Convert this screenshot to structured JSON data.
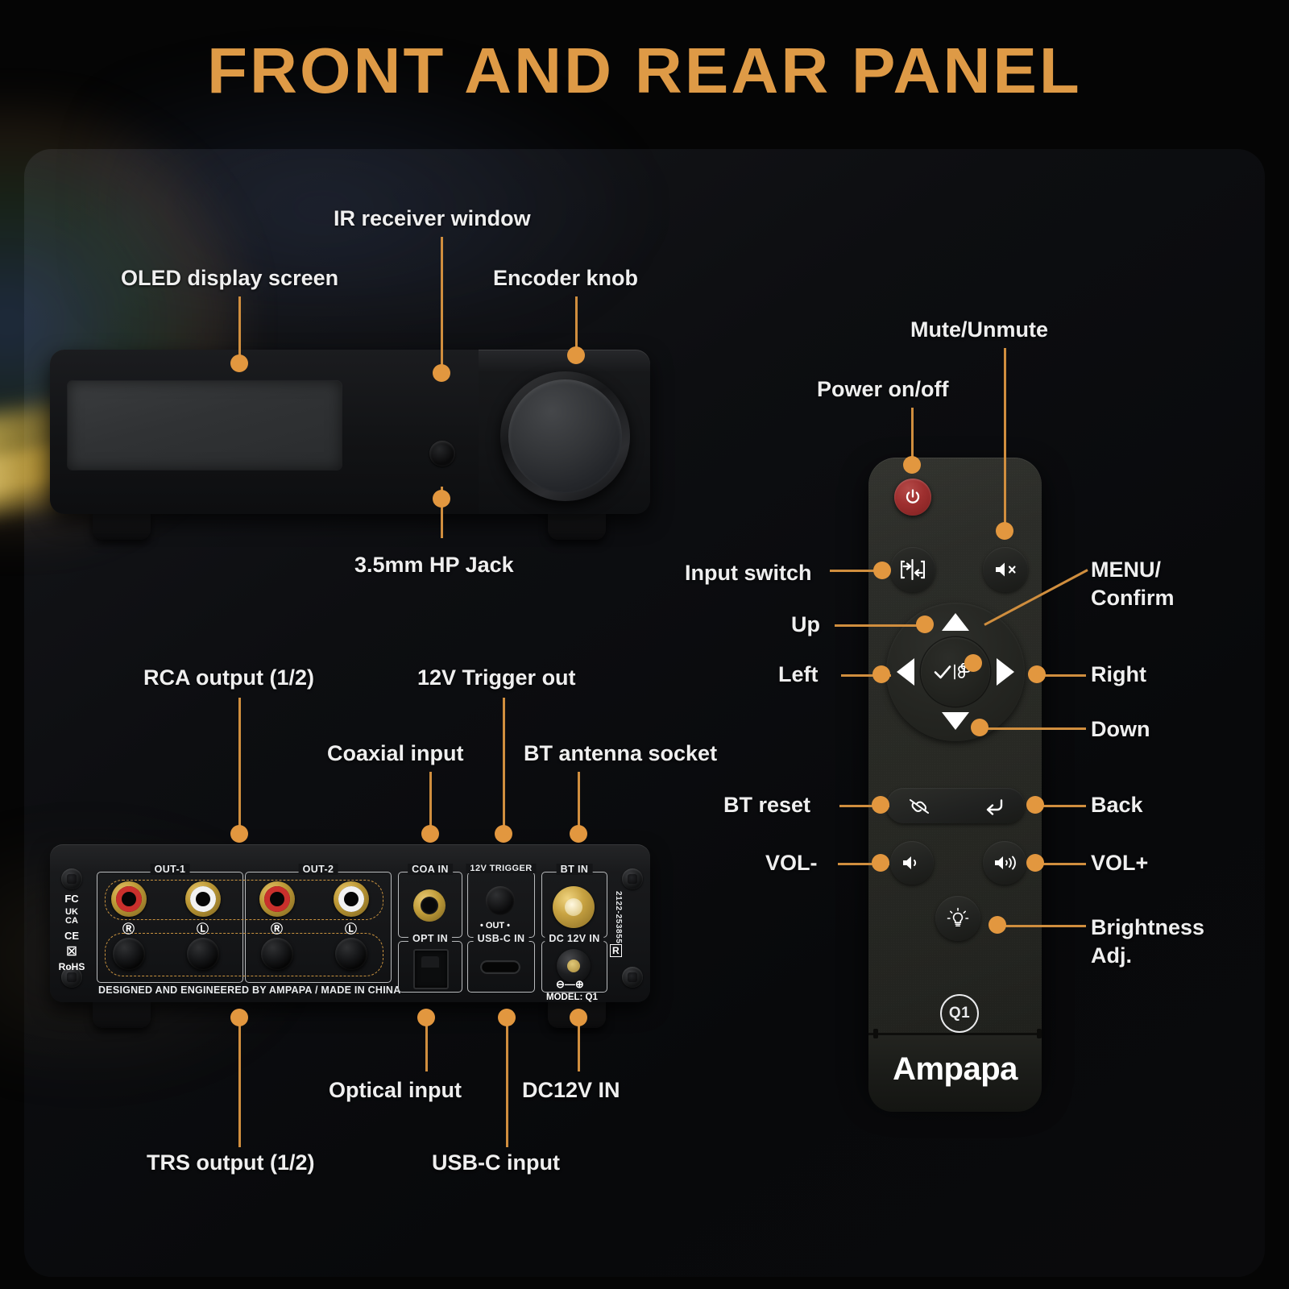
{
  "header": {
    "title": "FRONT AND REAR PANEL"
  },
  "colors": {
    "accent": "#DE9A46",
    "callout": "#D08E3E",
    "dot": "#E2973F",
    "label": "#efefef",
    "power_button": "#9E2F2F"
  },
  "front_panel": {
    "callouts": [
      {
        "id": "oled-display-screen",
        "label": "OLED display screen"
      },
      {
        "id": "ir-receiver-window",
        "label": "IR receiver window"
      },
      {
        "id": "encoder-knob",
        "label": "Encoder knob"
      },
      {
        "id": "hp-jack",
        "label": "3.5mm HP Jack"
      }
    ]
  },
  "rear_panel": {
    "callouts": [
      {
        "id": "rca-output",
        "label": "RCA output (1/2)"
      },
      {
        "id": "coaxial-input",
        "label": "Coaxial input"
      },
      {
        "id": "trigger-out",
        "label": "12V Trigger out"
      },
      {
        "id": "bt-antenna-socket",
        "label": "BT antenna socket"
      },
      {
        "id": "trs-output",
        "label": "TRS output (1/2)"
      },
      {
        "id": "usb-c-input",
        "label": "USB-C input"
      },
      {
        "id": "optical-input",
        "label": "Optical input"
      },
      {
        "id": "dc12v-in",
        "label": "DC12V IN"
      }
    ],
    "port_labels": {
      "out1": "OUT-1",
      "out2": "OUT-2",
      "coa_in": "COA IN",
      "trigger": "12V TRIGGER",
      "trigger_sub": "• OUT •",
      "bt_in": "BT IN",
      "opt_in": "OPT IN",
      "usbc_in": "USB-C IN",
      "dc12v_in": "DC 12V IN",
      "model": "MODEL: Q1"
    },
    "rca_channels": {
      "right": "Ⓡ",
      "left": "Ⓛ"
    },
    "certs": {
      "fc": "FC",
      "ukca": "UK\nCA",
      "ce": "CE",
      "weee": "☒",
      "rohs": "RoHS"
    },
    "vertical_code": "2122-253855",
    "footer_text": "DESIGNED AND ENGINEERED BY AMPAPA  / MADE IN CHINA"
  },
  "remote": {
    "brand": "Ampapa",
    "model_badge": "Q1",
    "callouts_left": [
      {
        "id": "power-on-off",
        "label": "Power on/off"
      },
      {
        "id": "input-switch",
        "label": "Input switch"
      },
      {
        "id": "up",
        "label": "Up"
      },
      {
        "id": "left",
        "label": "Left"
      },
      {
        "id": "bt-reset",
        "label": "BT reset"
      },
      {
        "id": "vol-down",
        "label": "VOL-"
      }
    ],
    "callouts_right": [
      {
        "id": "mute-unmute",
        "label": "Mute/Unmute"
      },
      {
        "id": "menu-confirm",
        "label": "MENU/\nConfirm"
      },
      {
        "id": "right",
        "label": "Right"
      },
      {
        "id": "down",
        "label": "Down"
      },
      {
        "id": "back",
        "label": "Back"
      },
      {
        "id": "vol-up",
        "label": "VOL+"
      },
      {
        "id": "brightness-adj",
        "label": "Brightness\nAdj."
      }
    ],
    "buttons": [
      {
        "id": "power",
        "icon": "power-icon"
      },
      {
        "id": "input-switch",
        "icon": "input-switch-icon"
      },
      {
        "id": "mute",
        "icon": "mute-speaker-icon"
      },
      {
        "id": "up",
        "icon": "arrow-up-icon"
      },
      {
        "id": "down",
        "icon": "arrow-down-icon"
      },
      {
        "id": "left",
        "icon": "arrow-left-icon"
      },
      {
        "id": "right",
        "icon": "arrow-right-icon"
      },
      {
        "id": "confirm",
        "icon": "check-menu-icon"
      },
      {
        "id": "bt-reset",
        "icon": "broken-link-icon"
      },
      {
        "id": "back",
        "icon": "return-arrow-icon"
      },
      {
        "id": "vol-down",
        "icon": "speaker-low-icon"
      },
      {
        "id": "vol-up",
        "icon": "speaker-high-icon"
      },
      {
        "id": "brightness",
        "icon": "light-bulb-icon"
      }
    ]
  }
}
